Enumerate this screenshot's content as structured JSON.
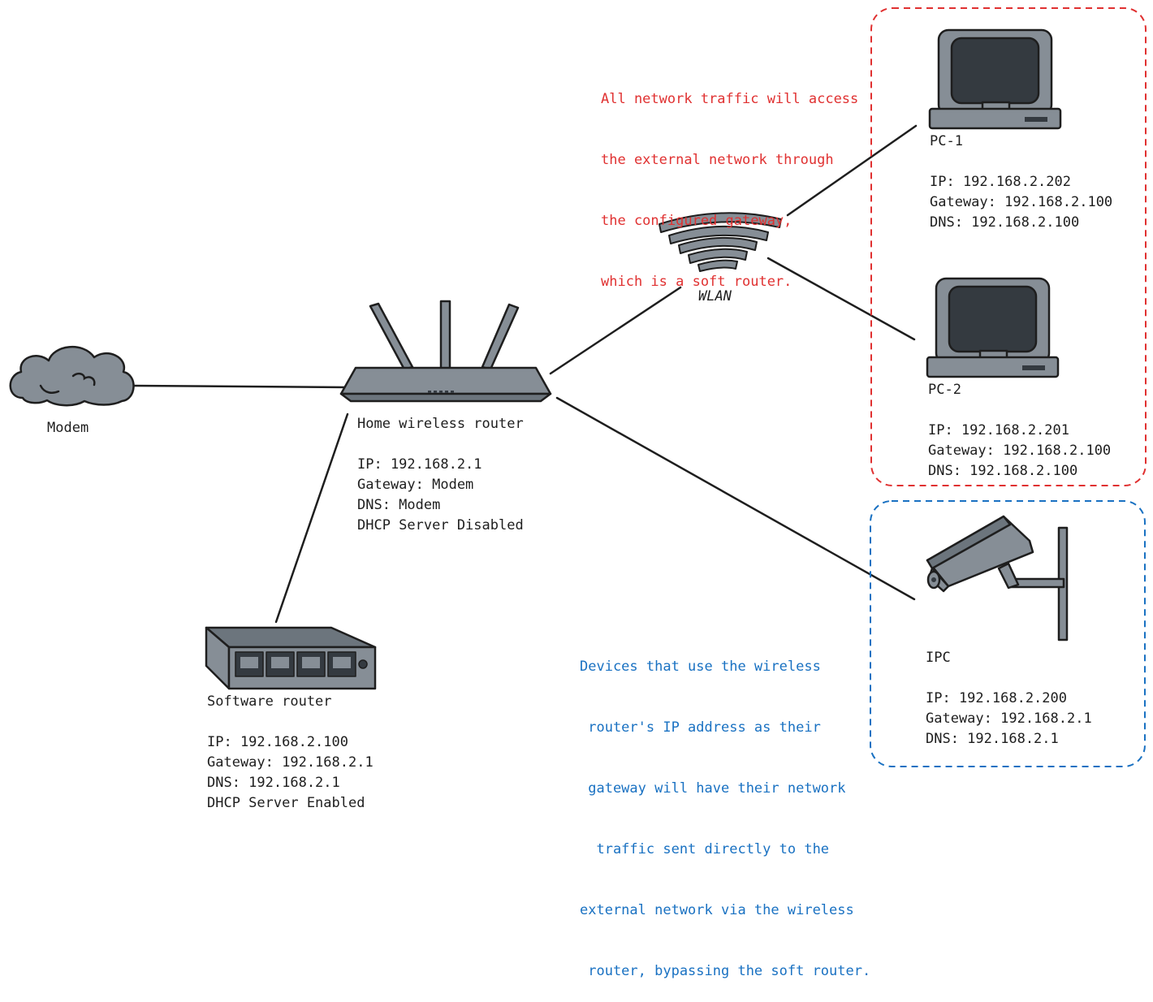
{
  "colors": {
    "stroke": "#1e1e1e",
    "device_fill": "#868e96",
    "screen_fill": "#343a40",
    "red_note": "#e03131",
    "blue_note": "#1971c2"
  },
  "nodes": {
    "modem": {
      "label": "Modem",
      "icon": "cloud-icon"
    },
    "home_router": {
      "label": "Home wireless router",
      "icon": "wireless-router-icon",
      "details": [
        "IP: 192.168.2.1",
        "Gateway: Modem",
        "DNS: Modem",
        "DHCP Server Disabled"
      ]
    },
    "software_router": {
      "label": "Software router",
      "icon": "network-switch-icon",
      "details": [
        "IP: 192.168.2.100",
        "Gateway: 192.168.2.1",
        "DNS: 192.168.2.1",
        "DHCP Server Enabled"
      ]
    },
    "wlan": {
      "label": "WLAN",
      "icon": "wifi-icon"
    },
    "pc1": {
      "label": "PC-1",
      "icon": "desktop-pc-icon",
      "details": [
        "IP: 192.168.2.202",
        "Gateway: 192.168.2.100",
        "DNS: 192.168.2.100"
      ]
    },
    "pc2": {
      "label": "PC-2",
      "icon": "desktop-pc-icon",
      "details": [
        "IP: 192.168.2.201",
        "Gateway: 192.168.2.100",
        "DNS: 192.168.2.100"
      ]
    },
    "ipc": {
      "label": "IPC",
      "icon": "security-camera-icon",
      "details": [
        "IP: 192.168.2.200",
        "Gateway: 192.168.2.1",
        "DNS: 192.168.2.1"
      ]
    }
  },
  "notes": {
    "red": [
      "All network traffic will access",
      "the external network through",
      "the configured gateway,",
      "which is a soft router."
    ],
    "blue": [
      "Devices that use the wireless",
      " router's IP address as their",
      " gateway will have their network",
      "  traffic sent directly to the",
      "external network via the wireless",
      " router, bypassing the soft router."
    ]
  }
}
